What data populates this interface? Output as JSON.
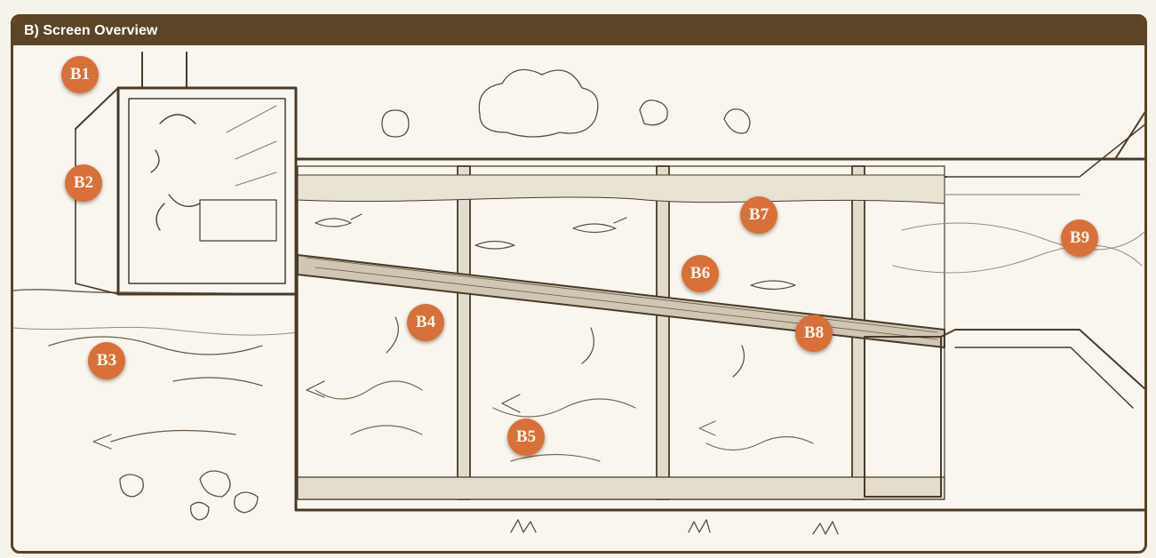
{
  "header": {
    "title": "B) Screen Overview"
  },
  "markers": [
    {
      "id": "b1",
      "label": "B1"
    },
    {
      "id": "b2",
      "label": "B2"
    },
    {
      "id": "b3",
      "label": "B3"
    },
    {
      "id": "b4",
      "label": "B4"
    },
    {
      "id": "b5",
      "label": "B5"
    },
    {
      "id": "b6",
      "label": "B6"
    },
    {
      "id": "b7",
      "label": "B7"
    },
    {
      "id": "b8",
      "label": "B8"
    },
    {
      "id": "b9",
      "label": "B9"
    }
  ],
  "colors": {
    "header_bg": "#5c4426",
    "marker_bg": "#d8703a",
    "ink": "#4a3a28",
    "paper": "#f8f6ee"
  }
}
